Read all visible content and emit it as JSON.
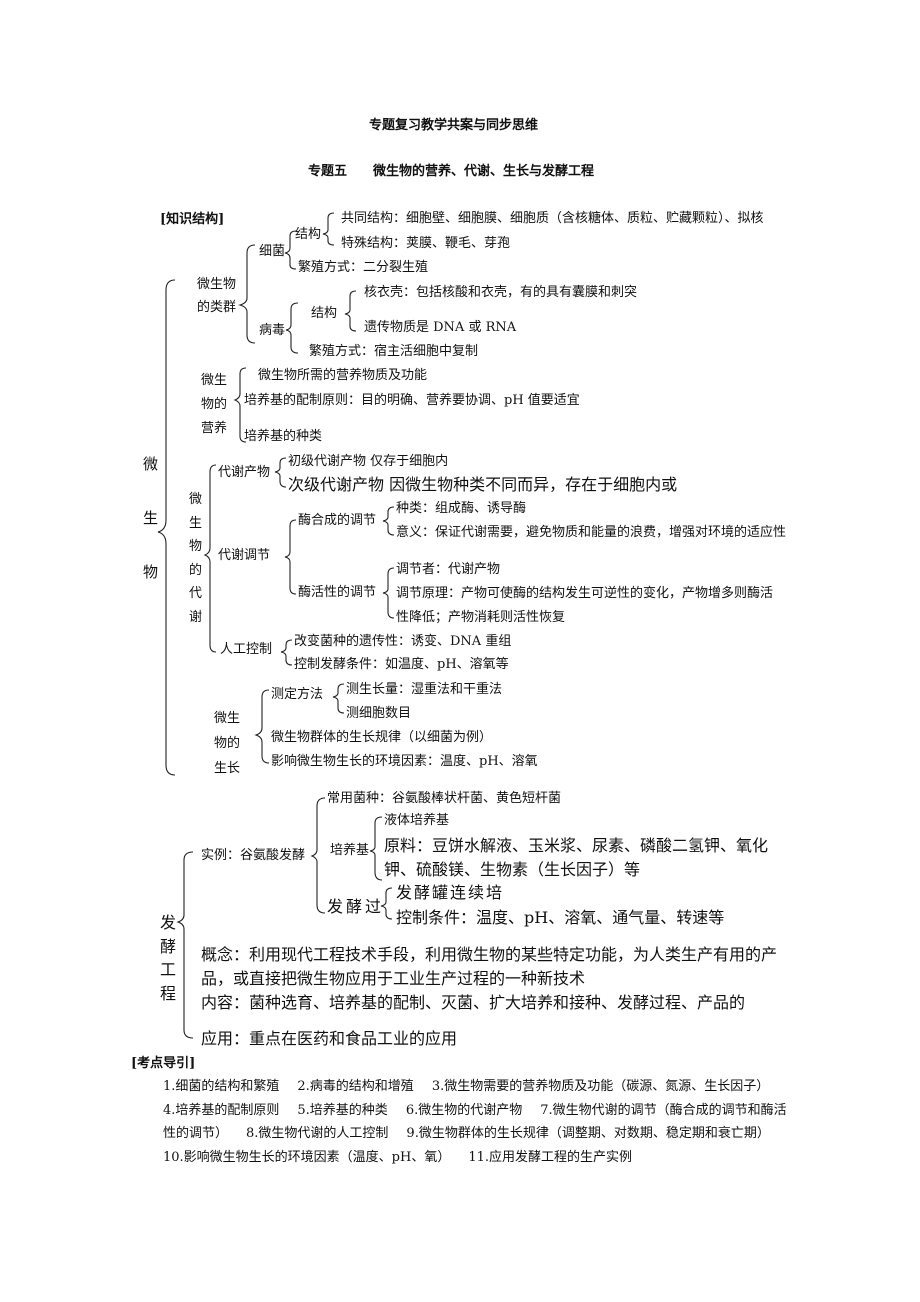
{
  "title": "专题复习教学共案与同步思维",
  "subtitle": "专题五　　微生物的营养、代谢、生长与发酵工程",
  "section_knowledge": "[知识结构]",
  "micro": {
    "root": "微生物",
    "groups": {
      "label": "微生物的类群",
      "bacteria": "细菌",
      "structure": "结构",
      "common_structure": "共同结构：细胞壁、细胞膜、细胞质（含核糖体、质粒、贮藏颗粒）、拟核",
      "special_structure": "特殊结构：荚膜、鞭毛、芽孢",
      "bacteria_repro": "繁殖方式：二分裂生殖",
      "virus": "病毒",
      "virus_structure": "结构",
      "capsid": "核衣壳：包括核酸和衣壳，有的具有囊膜和刺突",
      "genetic": "遗传物质是 DNA 或 RNA",
      "virus_repro": "繁殖方式：宿主活细胞中复制"
    },
    "nutrition": {
      "label": "微生物的营养",
      "item1": "微生物所需的营养物质及功能",
      "item2": "培养基的配制原则：目的明确、营养要协调、pH 值要适宜",
      "item3": "培养基的种类"
    },
    "metabolism": {
      "label": "微生物的代谢",
      "products": "代谢产物",
      "primary": "初级代谢产物  仅存于细胞内",
      "secondary": "次级代谢产物  因微生物种类不同而异，存在于细胞内或",
      "regulation": "代谢调节",
      "enzyme_synthesis": "酶合成的调节",
      "kinds": "种类：组成酶、诱导酶",
      "meaning": "意义：保证代谢需要，避免物质和能量的浪费，增强对环境的适应性",
      "enzyme_activity": "酶活性的调节",
      "regulator": "调节者：代谢产物",
      "principle": "调节原理：产物可使酶的结构发生可逆性的变化，产物增多则酶活",
      "decrease": "性降低；产物消耗则活性恢复",
      "artificial": "人工控制",
      "artificial1": "改变菌种的遗传性：诱变、DNA 重组",
      "artificial2": "控制发酵条件：如温度、pH、溶氧等"
    },
    "growth": {
      "label": "微生物的生长",
      "measure": "测定方法",
      "measure1": "测生长量：湿重法和干重法",
      "measure2": "测细胞数目",
      "law": "微生物群体的生长规律（以细菌为例）",
      "factors": "影响微生物生长的环境因素：温度、pH、溶氧"
    }
  },
  "ferm": {
    "root": "发酵工程",
    "example": "实例：谷氨酸发酵",
    "strain": "常用菌种：谷氨酸棒状杆菌、黄色短杆菌",
    "medium": "培养基",
    "liquid": "液体培养基",
    "raw1": "原料：豆饼水解液、玉米浆、尿素、磷酸二氢钾、氧化",
    "raw2": "钾、硫酸镁、生物素（生长因子）等",
    "process": "发酵过",
    "tank": "发酵罐连续培",
    "control": "控制条件：温度、pH、溶氧、通气量、转速等",
    "concept1": "概念：利用现代工程技术手段，利用微生物的某些特定功能，为人类生产有用的产",
    "concept2": "品，或直接把微生物应用于工业生产过程的一种新技术",
    "content": "内容：菌种选育、培养基的配制、灭菌、扩大培养和接种、发酵过程、产品的",
    "application": "应用：重点在医药和食品工业的应用"
  },
  "section_guide": "[考点导引]",
  "guide_items": [
    "1.细菌的结构和繁殖",
    "2.病毒的结构和增殖",
    "3.微生物需要的营养物质及功能（碳源、氮源、生长因子）",
    "4.培养基的配制原则",
    "5.培养基的种类",
    "6.微生物的代谢产物",
    "7.微生物代谢的调节（酶合成的调节和酶活性的调节）",
    "8.微生物代谢的人工控制",
    "9.微生物群体的生长规律（调整期、对数期、稳定期和衰亡期）",
    "10.影响微生物生长的环境因素（温度、pH、氧）",
    "11.应用发酵工程的生产实例"
  ]
}
